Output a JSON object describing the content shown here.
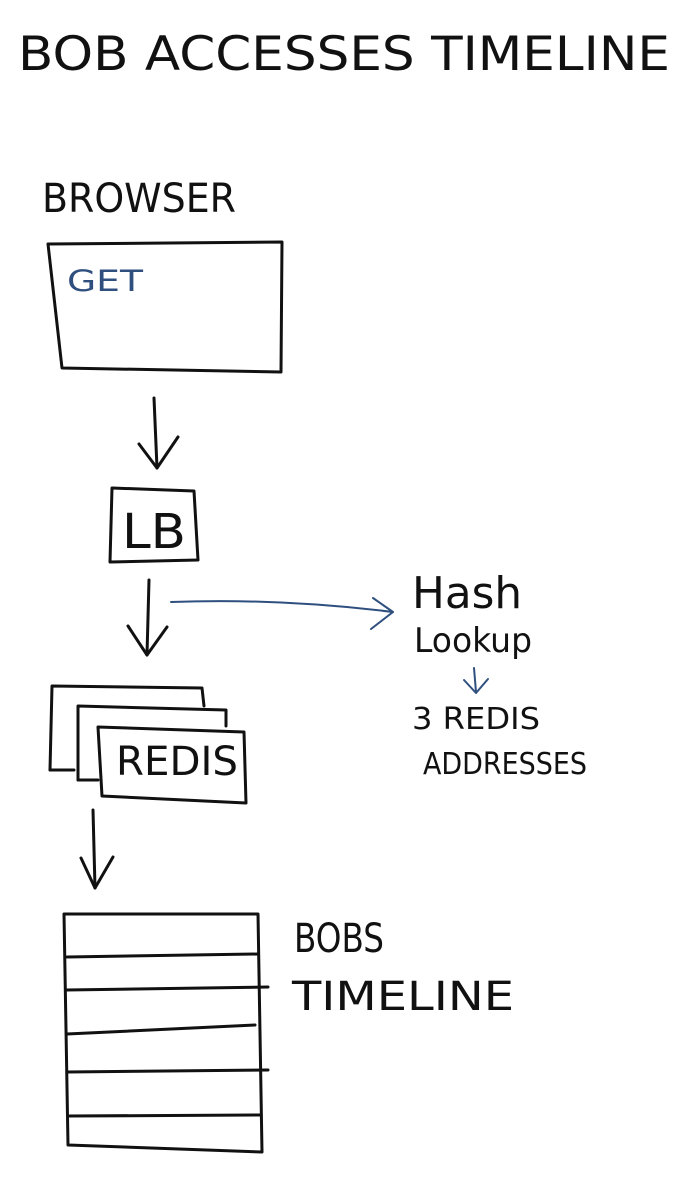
{
  "title": "BOB ACCESSES TIMELINE",
  "nodes": {
    "browser": {
      "label": "BROWSER",
      "content": "GET"
    },
    "load_balancer": {
      "label": "LB"
    },
    "redis": {
      "label": "REDIS"
    },
    "timeline": {
      "label_line1": "BOBS",
      "label_line2": "TIMELINE"
    }
  },
  "side_note": {
    "line1": "Hash",
    "line2": "Lookup",
    "result_line1": "3 REDIS",
    "result_line2": "ADDRESSES"
  },
  "colors": {
    "ink": "#111111",
    "accent": "#2f4f7f",
    "background": "#ffffff"
  }
}
